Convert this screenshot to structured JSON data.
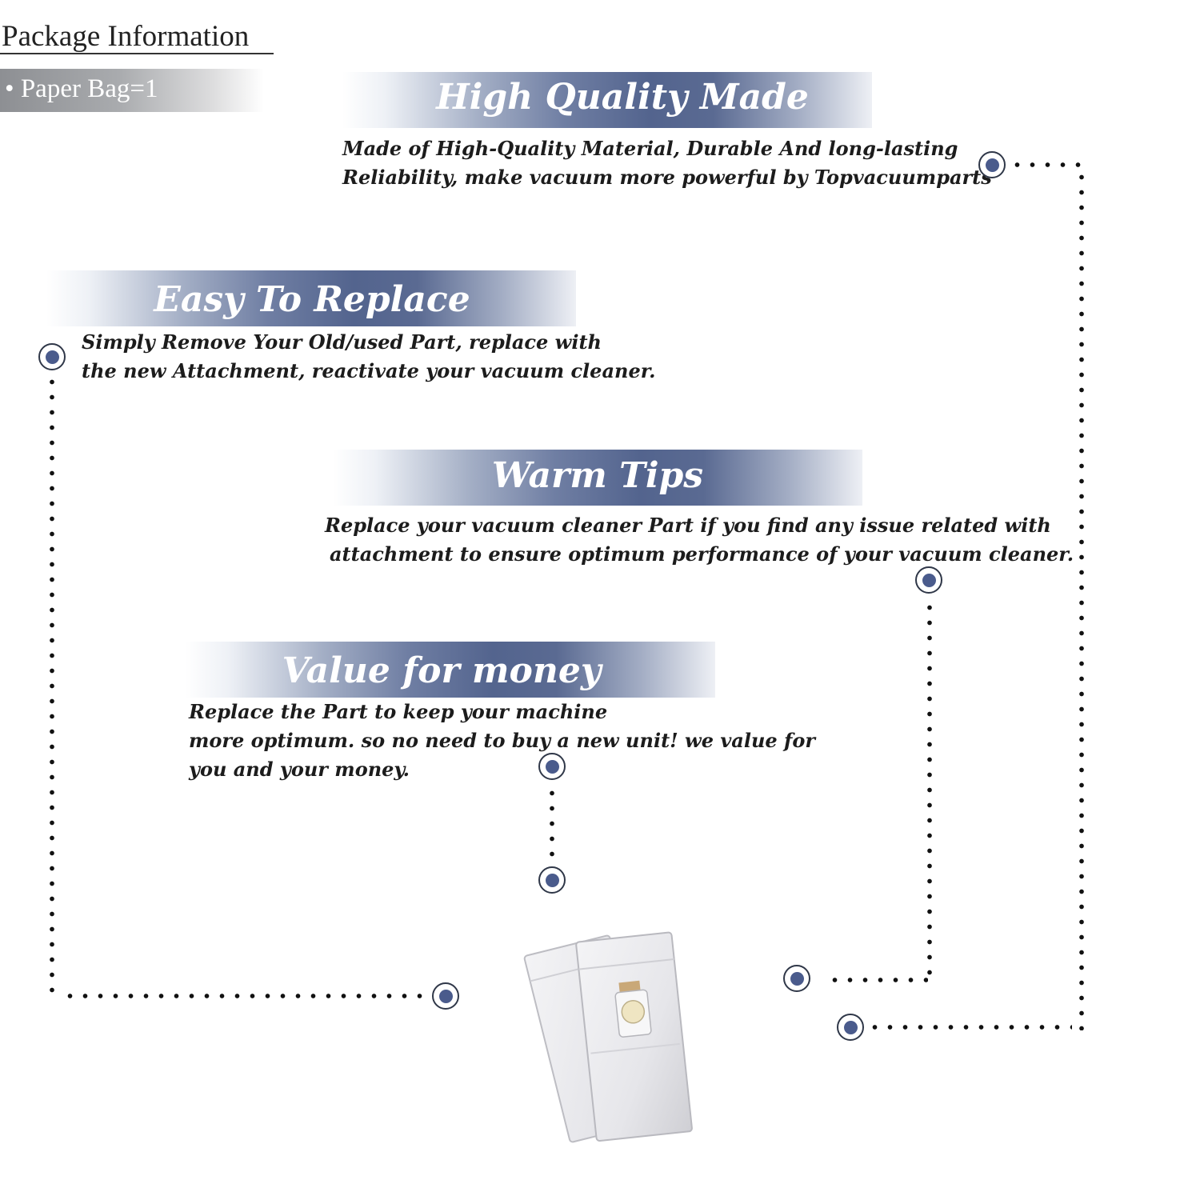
{
  "package": {
    "title": "Package Information",
    "items": [
      "Paper Bag=1"
    ]
  },
  "sections": [
    {
      "title": "High Quality Made",
      "lines": [
        "Made of  High-Quality Material, Durable And long-lasting",
        "Reliability, make vacuum more powerful by Topvacuumparts"
      ]
    },
    {
      "title": "Easy To Replace",
      "lines": [
        "Simply Remove Your Old/used Part, replace with",
        "the new Attachment, reactivate your vacuum cleaner."
      ]
    },
    {
      "title": "Warm Tips",
      "lines": [
        "Replace your vacuum cleaner Part if you find any issue related with",
        "attachment to ensure optimum performance of your vacuum cleaner."
      ]
    },
    {
      "title": "Value for money",
      "lines": [
        "Replace the Part to keep your machine",
        "more optimum. so no need to buy a new unit! we value for",
        "you and your money."
      ]
    }
  ],
  "colors": {
    "accent": "#53648e",
    "marker_fill": "#4a5b8c",
    "text": "#1c1c1c"
  },
  "icons": {
    "marker": "target-dot-icon",
    "product": "vacuum-bag-icon"
  }
}
